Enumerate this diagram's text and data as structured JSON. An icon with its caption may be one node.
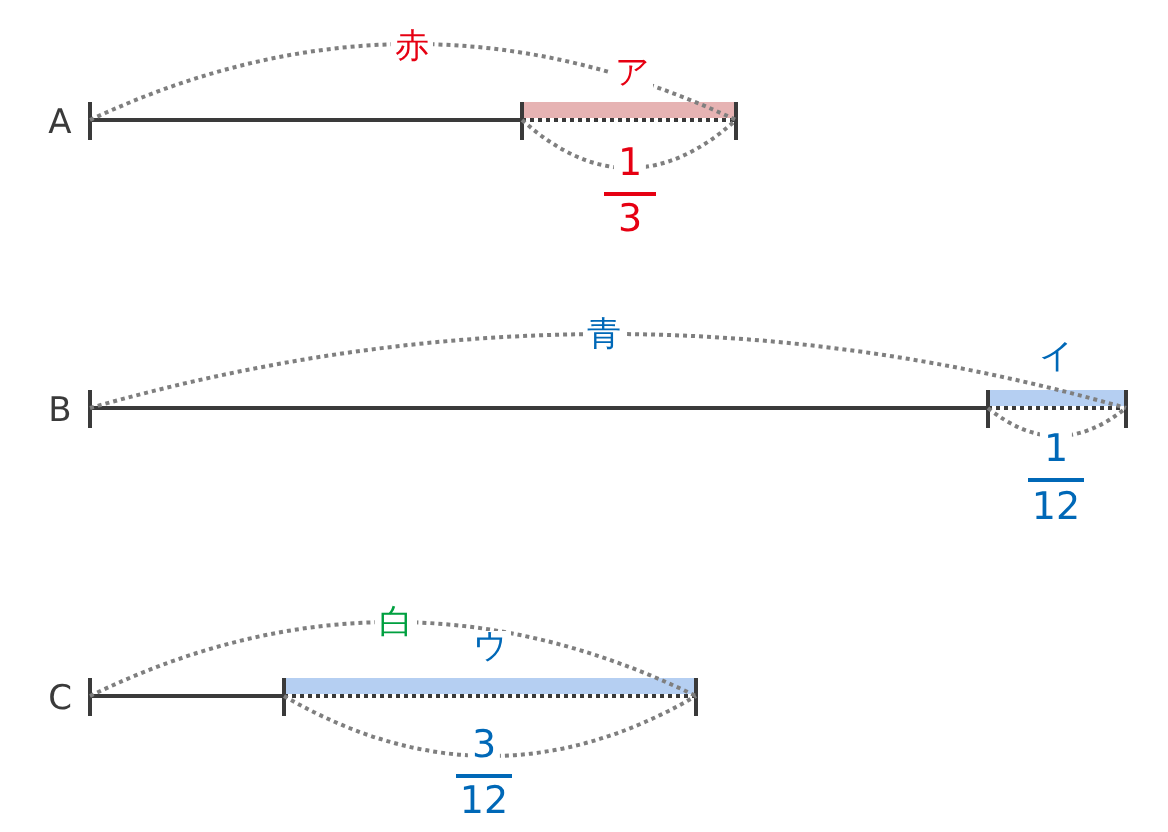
{
  "diagram": {
    "labels": [
      "赤",
      "ア",
      "A",
      "1",
      "3",
      "青",
      "イ",
      "B",
      "1",
      "12",
      "白",
      "ウ",
      "C",
      "3",
      "12"
    ]
  }
}
